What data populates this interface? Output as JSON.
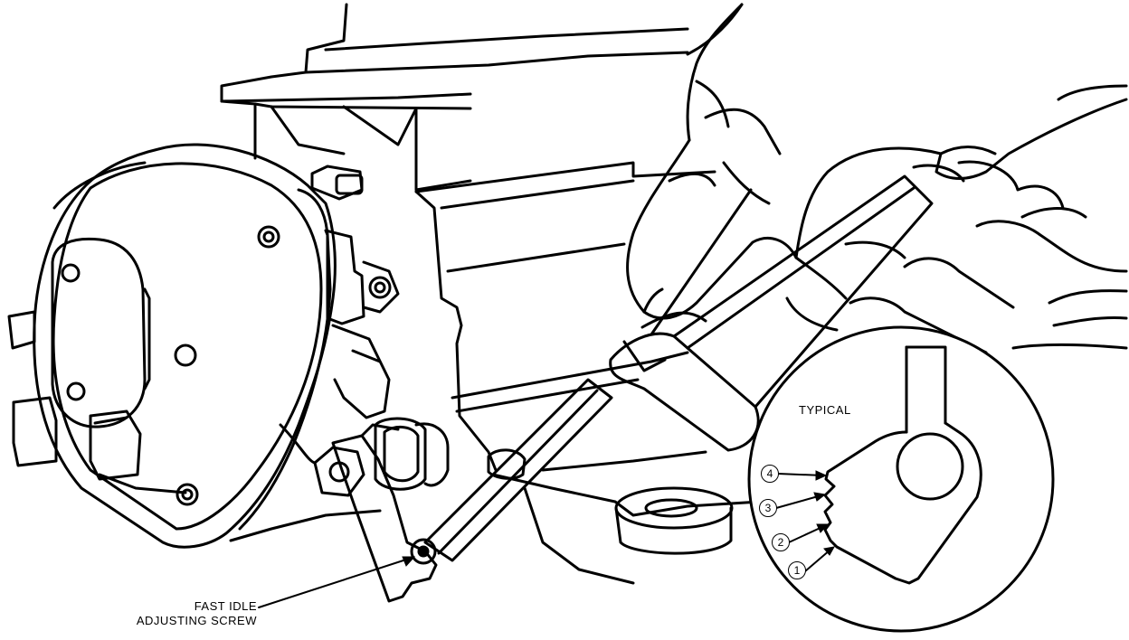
{
  "labels": {
    "fast_idle_line1": "FAST IDLE",
    "fast_idle_line2": "ADJUSTING SCREW",
    "typical": "TYPICAL"
  },
  "cam_steps": [
    "4",
    "3",
    "2",
    "1"
  ],
  "colors": {
    "ink": "#000000",
    "paper": "#ffffff"
  }
}
